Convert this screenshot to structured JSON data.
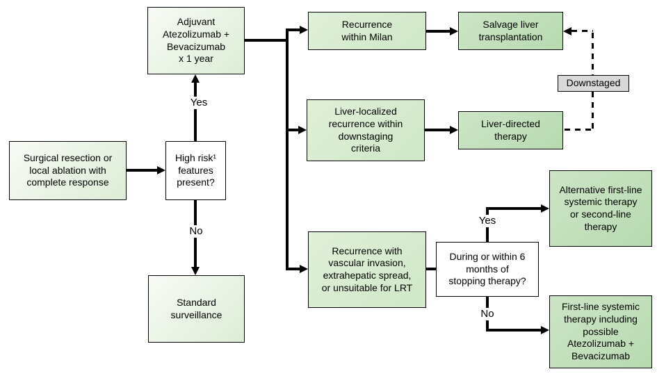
{
  "nodes": {
    "surgical": {
      "lines": [
        "Surgical resection or",
        "local ablation with",
        "complete response"
      ]
    },
    "high_risk": {
      "lines": [
        "High risk¹",
        "features",
        "present?"
      ]
    },
    "adjuvant": {
      "lines": [
        "Adjuvant",
        "Atezolizumab +",
        "Bevacizumab",
        "x 1 year"
      ]
    },
    "surveillance": {
      "lines": [
        "Standard",
        "surveillance"
      ]
    },
    "milan": {
      "lines": [
        "Recurrence",
        "within Milan"
      ]
    },
    "salvage": {
      "lines": [
        "Salvage liver",
        "transplantation"
      ]
    },
    "liver_localized": {
      "lines": [
        "Liver-localized",
        "recurrence within",
        "downstaging",
        "criteria"
      ]
    },
    "liver_directed": {
      "lines": [
        "Liver-directed",
        "therapy"
      ]
    },
    "downstaged": {
      "lines": [
        "Downstaged"
      ]
    },
    "vascular": {
      "lines": [
        "Recurrence with",
        "vascular invasion,",
        "extrahepatic spread,",
        "or unsuitable for LRT"
      ]
    },
    "during": {
      "lines": [
        "During or within 6",
        "months of",
        "stopping therapy?"
      ]
    },
    "alternative": {
      "lines": [
        "Alternative first-line",
        "systemic therapy",
        "or second-line",
        "therapy"
      ]
    },
    "first_line": {
      "lines": [
        "First-line systemic",
        "therapy including",
        "possible",
        "Atezolizumab +",
        "Bevacizumab"
      ]
    }
  },
  "edge_labels": {
    "high_risk_yes": "Yes",
    "high_risk_no": "No",
    "stopping_yes": "Yes",
    "stopping_no": "No"
  },
  "palette": {
    "box_light_gradient_start": "#f8fbf6",
    "box_light_gradient_end": "#ddedd6",
    "box_light_green": "#d7ead0",
    "box_mid_green": "#c2dfbb",
    "box_gray": "#d9d9d9",
    "box_white": "#ffffff",
    "border": "#000000",
    "line": "#000000",
    "text": "#000000",
    "background": "#ffffff"
  }
}
